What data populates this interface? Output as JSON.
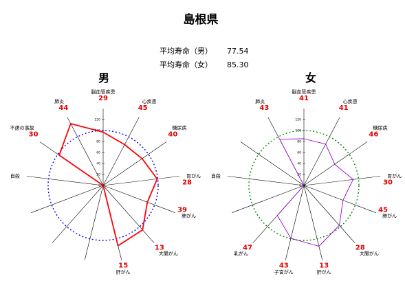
{
  "title": "島根県",
  "life_expectancy": [
    {
      "label": "平均寿命（男）",
      "value": "77.54"
    },
    {
      "label": "平均寿命（女）",
      "value": "85.30"
    }
  ],
  "colors": {
    "male_line": "#ff0000",
    "female_line": "#9900cc",
    "male_ref": "#0000ff",
    "female_ref": "#008800",
    "rank": "#e00000"
  },
  "chart_data": [
    {
      "type": "radar",
      "title": "男",
      "scale_ticks": [
        "0",
        "20",
        "40",
        "60",
        "80",
        "100",
        "120"
      ],
      "rmax": 140,
      "reference_value": 100,
      "axes": [
        {
          "label": "脳血管疾患",
          "rank": "29",
          "value": 97
        },
        {
          "label": "心疾患",
          "rank": "45",
          "value": 84
        },
        {
          "label": "糖尿病",
          "rank": "40",
          "value": 86
        },
        {
          "label": "胃がん",
          "rank": "28",
          "value": 99
        },
        {
          "label": "肺がん",
          "rank": "39",
          "value": 86
        },
        {
          "label": "大腸がん",
          "rank": "13",
          "value": 108
        },
        {
          "label": "肝がん",
          "rank": "15",
          "value": 113
        },
        {
          "label": "",
          "rank": "",
          "value": 0
        },
        {
          "label": "",
          "rank": "",
          "value": 0
        },
        {
          "label": "",
          "rank": "",
          "value": 0
        },
        {
          "label": "自殺",
          "rank": "",
          "value": 0
        },
        {
          "label": "不慮の事故",
          "rank": "30",
          "value": 97
        },
        {
          "label": "肺炎",
          "rank": "44",
          "value": 127
        }
      ]
    },
    {
      "type": "radar",
      "title": "女",
      "scale_ticks": [
        "0",
        "20",
        "40",
        "60",
        "80",
        "100",
        "120"
      ],
      "rmax": 140,
      "reference_value": 100,
      "axes": [
        {
          "label": "脳血管疾患",
          "rank": "41",
          "value": 85
        },
        {
          "label": "心疾患",
          "rank": "41",
          "value": 85
        },
        {
          "label": "糖尿病",
          "rank": "46",
          "value": 68
        },
        {
          "label": "胃がん",
          "rank": "30",
          "value": 90
        },
        {
          "label": "肺がん",
          "rank": "45",
          "value": 76
        },
        {
          "label": "大腸がん",
          "rank": "28",
          "value": 97
        },
        {
          "label": "肝がん",
          "rank": "13",
          "value": 114
        },
        {
          "label": "子宮がん",
          "rank": "43",
          "value": 99
        },
        {
          "label": "乳がん",
          "rank": "47",
          "value": 73
        },
        {
          "label": "",
          "rank": "",
          "value": 0
        },
        {
          "label": "自殺",
          "rank": "",
          "value": 0
        },
        {
          "label": "",
          "rank": "",
          "value": 0
        },
        {
          "label": "肺炎",
          "rank": "43",
          "value": 95
        }
      ]
    }
  ]
}
